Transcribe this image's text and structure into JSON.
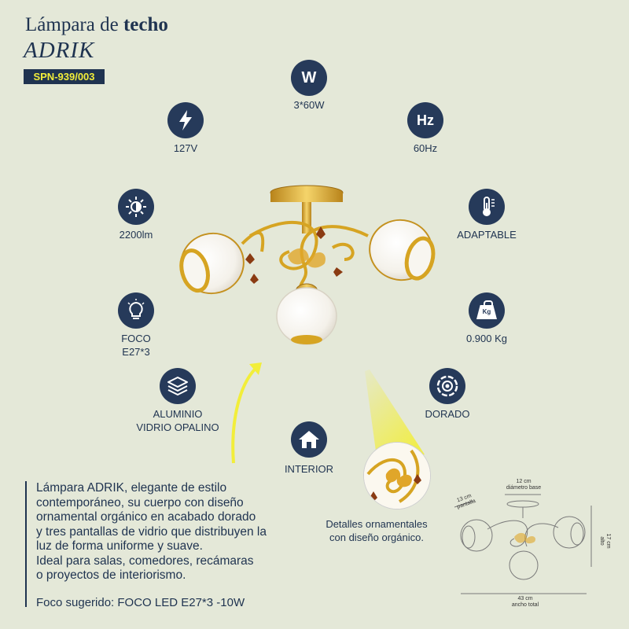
{
  "header": {
    "title_light": "Lámpara de ",
    "title_bold": "techo",
    "model": "ADRIK",
    "code": "SPN-939/003"
  },
  "specs": {
    "wattage": {
      "icon": "W",
      "label": "3*60W"
    },
    "voltage": {
      "label": "127V"
    },
    "frequency": {
      "icon": "Hz",
      "label": "60Hz"
    },
    "lumens": {
      "label": "2200lm"
    },
    "temperature": {
      "label": "ADAPTABLE"
    },
    "bulb": {
      "line1": "FOCO",
      "line2": "E27*3"
    },
    "weight": {
      "icon": "Kg",
      "label": "0.900 Kg"
    },
    "material": {
      "line1": "ALUMINIO",
      "line2": "VIDRIO OPALINO"
    },
    "finish": {
      "label": "DORADO"
    },
    "use": {
      "label": "INTERIOR"
    }
  },
  "detail": {
    "line1": "Detalles ornamentales",
    "line2": "con diseño orgánico."
  },
  "description": {
    "lines": [
      "Lámpara ADRIK, elegante de estilo",
      "contemporáneo, su cuerpo con diseño",
      "ornamental orgánico en acabado dorado",
      "y tres pantallas de vidrio que distribuyen la",
      "luz de forma uniforme y suave.",
      "Ideal para salas, comedores, recámaras",
      "o proyectos de interiorismo."
    ],
    "suggested_label": "Foco sugerido: ",
    "suggested_value": "FOCO LED E27*3 -10W"
  },
  "dimensions": {
    "base_value": "12 cm",
    "base_label": "diámetro base",
    "shade_value": "13 cm",
    "shade_label": "pantalla",
    "height_value": "17 cm",
    "height_label": "alto",
    "width_value": "43 cm",
    "width_label": "ancho total"
  },
  "colors": {
    "navy": "#263a5a",
    "gold": "#d6a422",
    "yellow": "#f2ee3a",
    "background": "#e4e8d8"
  }
}
